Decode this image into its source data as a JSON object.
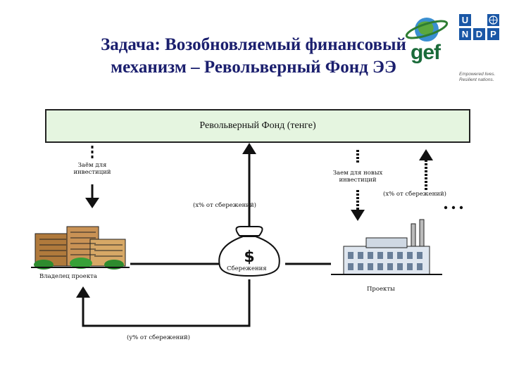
{
  "title": {
    "line1": "Задача: Возобновляемый финансовый",
    "line2": "механизм – Револьверный Фонд ЭЭ"
  },
  "logos": {
    "gef": "gef",
    "undp_letters": [
      "U",
      "N",
      "D",
      "P"
    ],
    "undp_caption_line1": "Empowered lives.",
    "undp_caption_line2": "Resilient nations."
  },
  "diagram": {
    "fund_box": "Револьверный Фонд (тенге)",
    "loan_investments_line1": "Заём для",
    "loan_investments_line2": "инвестиций",
    "loan_new_investments_line1": "Заем для новых",
    "loan_new_investments_line2": "инвестиций",
    "x_percent_left": "(x% от сбережений)",
    "x_percent_right": "(x% от сбережений)",
    "savings": "Сбережения",
    "project_owner": "Владелец проекта",
    "projects": "Проекты",
    "y_percent": "(y% от сбережений)"
  }
}
